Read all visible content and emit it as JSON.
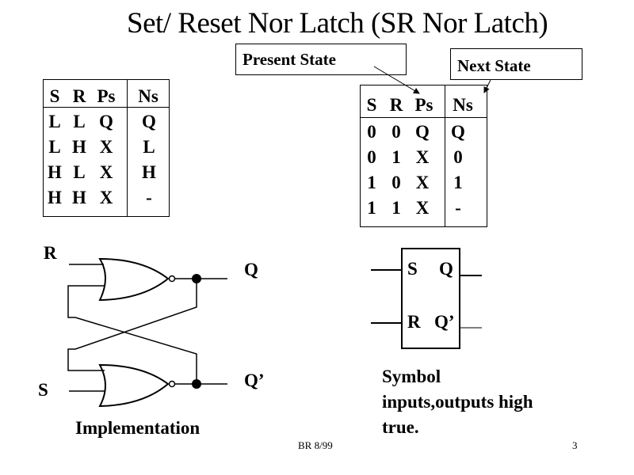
{
  "title": "Set/ Reset Nor Latch  (SR Nor Latch)",
  "callouts": {
    "present_state": "Present State",
    "next_state": "Next State"
  },
  "table_hl": {
    "headers": [
      "S",
      "R",
      "Ps",
      "Ns"
    ],
    "rows": [
      [
        "L",
        "L",
        "Q",
        "Q"
      ],
      [
        "L",
        "H",
        "X",
        "L"
      ],
      [
        "H",
        "L",
        "X",
        "H"
      ],
      [
        "H",
        "H",
        "X",
        "-"
      ]
    ]
  },
  "table_01": {
    "headers": [
      "S",
      "R",
      "Ps",
      "Ns"
    ],
    "rows": [
      [
        "0",
        "0",
        "Q",
        "Q"
      ],
      [
        "0",
        "1",
        "X",
        "0"
      ],
      [
        "1",
        "0",
        "X",
        "1"
      ],
      [
        "1",
        "1",
        "X",
        "-"
      ]
    ]
  },
  "implementation": {
    "input_r": "R",
    "input_s": "S",
    "output_q": "Q",
    "output_qbar": "Q’",
    "caption": "Implementation"
  },
  "symbol": {
    "pin_s": "S",
    "pin_q": "Q",
    "pin_r": "R",
    "pin_qbar": "Q’",
    "caption_lines": [
      "Symbol",
      "inputs,outputs high",
      "true."
    ]
  },
  "footer": {
    "author_date": "BR 8/99",
    "page_number": "3"
  }
}
